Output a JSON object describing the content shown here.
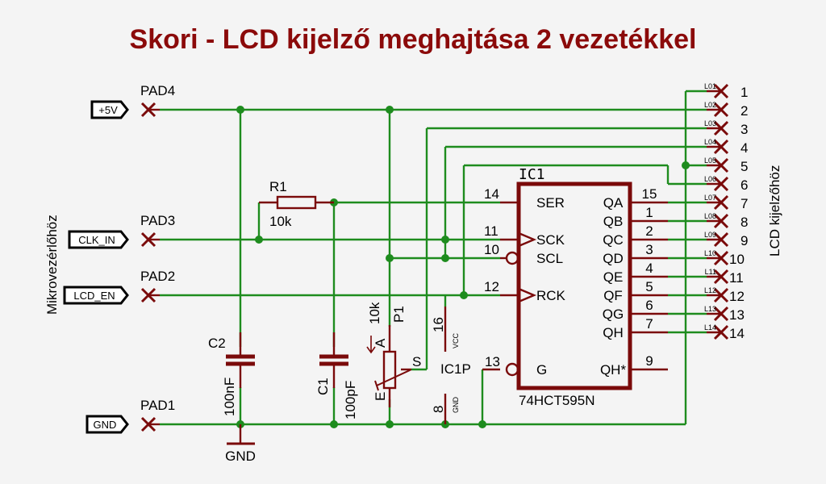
{
  "title": "Skori - LCD kijelző meghajtása 2 vezetékkel",
  "side_labels": {
    "left": "Mikrovezérlőhöz",
    "right": "LCD kijelzőhöz"
  },
  "pads": [
    {
      "name": "PAD4",
      "port": "+5V"
    },
    {
      "name": "PAD3",
      "port": "CLK_IN"
    },
    {
      "name": "PAD2",
      "port": "LCD_EN"
    },
    {
      "name": "PAD1",
      "port": "GND"
    }
  ],
  "components": {
    "r1": {
      "ref": "R1",
      "value": "10k"
    },
    "c1": {
      "ref": "C1",
      "value": "100pF"
    },
    "c2": {
      "ref": "C2",
      "value": "100nF"
    },
    "p1": {
      "ref": "P1",
      "value": "10k",
      "pin_a": "A",
      "pin_e": "E",
      "pin_s": "S"
    },
    "gnd_symbol": "GND",
    "ic1p": {
      "ref": "IC1P",
      "vcc_pin": "16",
      "vcc_label": "VCC",
      "gnd_pin": "8",
      "gnd_label": "GND",
      "g_pin": "13"
    }
  },
  "ic1": {
    "ref": "IC1",
    "part": "74HCT595N",
    "left_pins": [
      {
        "num": "14",
        "name": "SER"
      },
      {
        "num": "11",
        "name": "SCK"
      },
      {
        "num": "10",
        "name": "SCL"
      },
      {
        "num": "12",
        "name": "RCK"
      },
      {
        "num": "13",
        "name": "G"
      }
    ],
    "right_pins": [
      {
        "num": "15",
        "name": "QA"
      },
      {
        "num": "1",
        "name": "QB"
      },
      {
        "num": "2",
        "name": "QC"
      },
      {
        "num": "3",
        "name": "QD"
      },
      {
        "num": "4",
        "name": "QE"
      },
      {
        "num": "5",
        "name": "QF"
      },
      {
        "num": "6",
        "name": "QG"
      },
      {
        "num": "7",
        "name": "QH"
      },
      {
        "num": "9",
        "name": "QH*"
      }
    ]
  },
  "lcd_pins": [
    {
      "label": "L01",
      "num": "1"
    },
    {
      "label": "L02",
      "num": "2"
    },
    {
      "label": "L03",
      "num": "3"
    },
    {
      "label": "L04",
      "num": "4"
    },
    {
      "label": "L05",
      "num": "5"
    },
    {
      "label": "L06",
      "num": "6"
    },
    {
      "label": "L07",
      "num": "7"
    },
    {
      "label": "L08",
      "num": "8"
    },
    {
      "label": "L09",
      "num": "9"
    },
    {
      "label": "L10",
      "num": "10"
    },
    {
      "label": "L11",
      "num": "11"
    },
    {
      "label": "L12",
      "num": "12"
    },
    {
      "label": "L13",
      "num": "13"
    },
    {
      "label": "L14",
      "num": "14"
    }
  ],
  "colors": {
    "wire": "#1e8c1e",
    "component": "#7a0a0a",
    "title": "#8b0a0a",
    "background": "#f4f4f4"
  }
}
